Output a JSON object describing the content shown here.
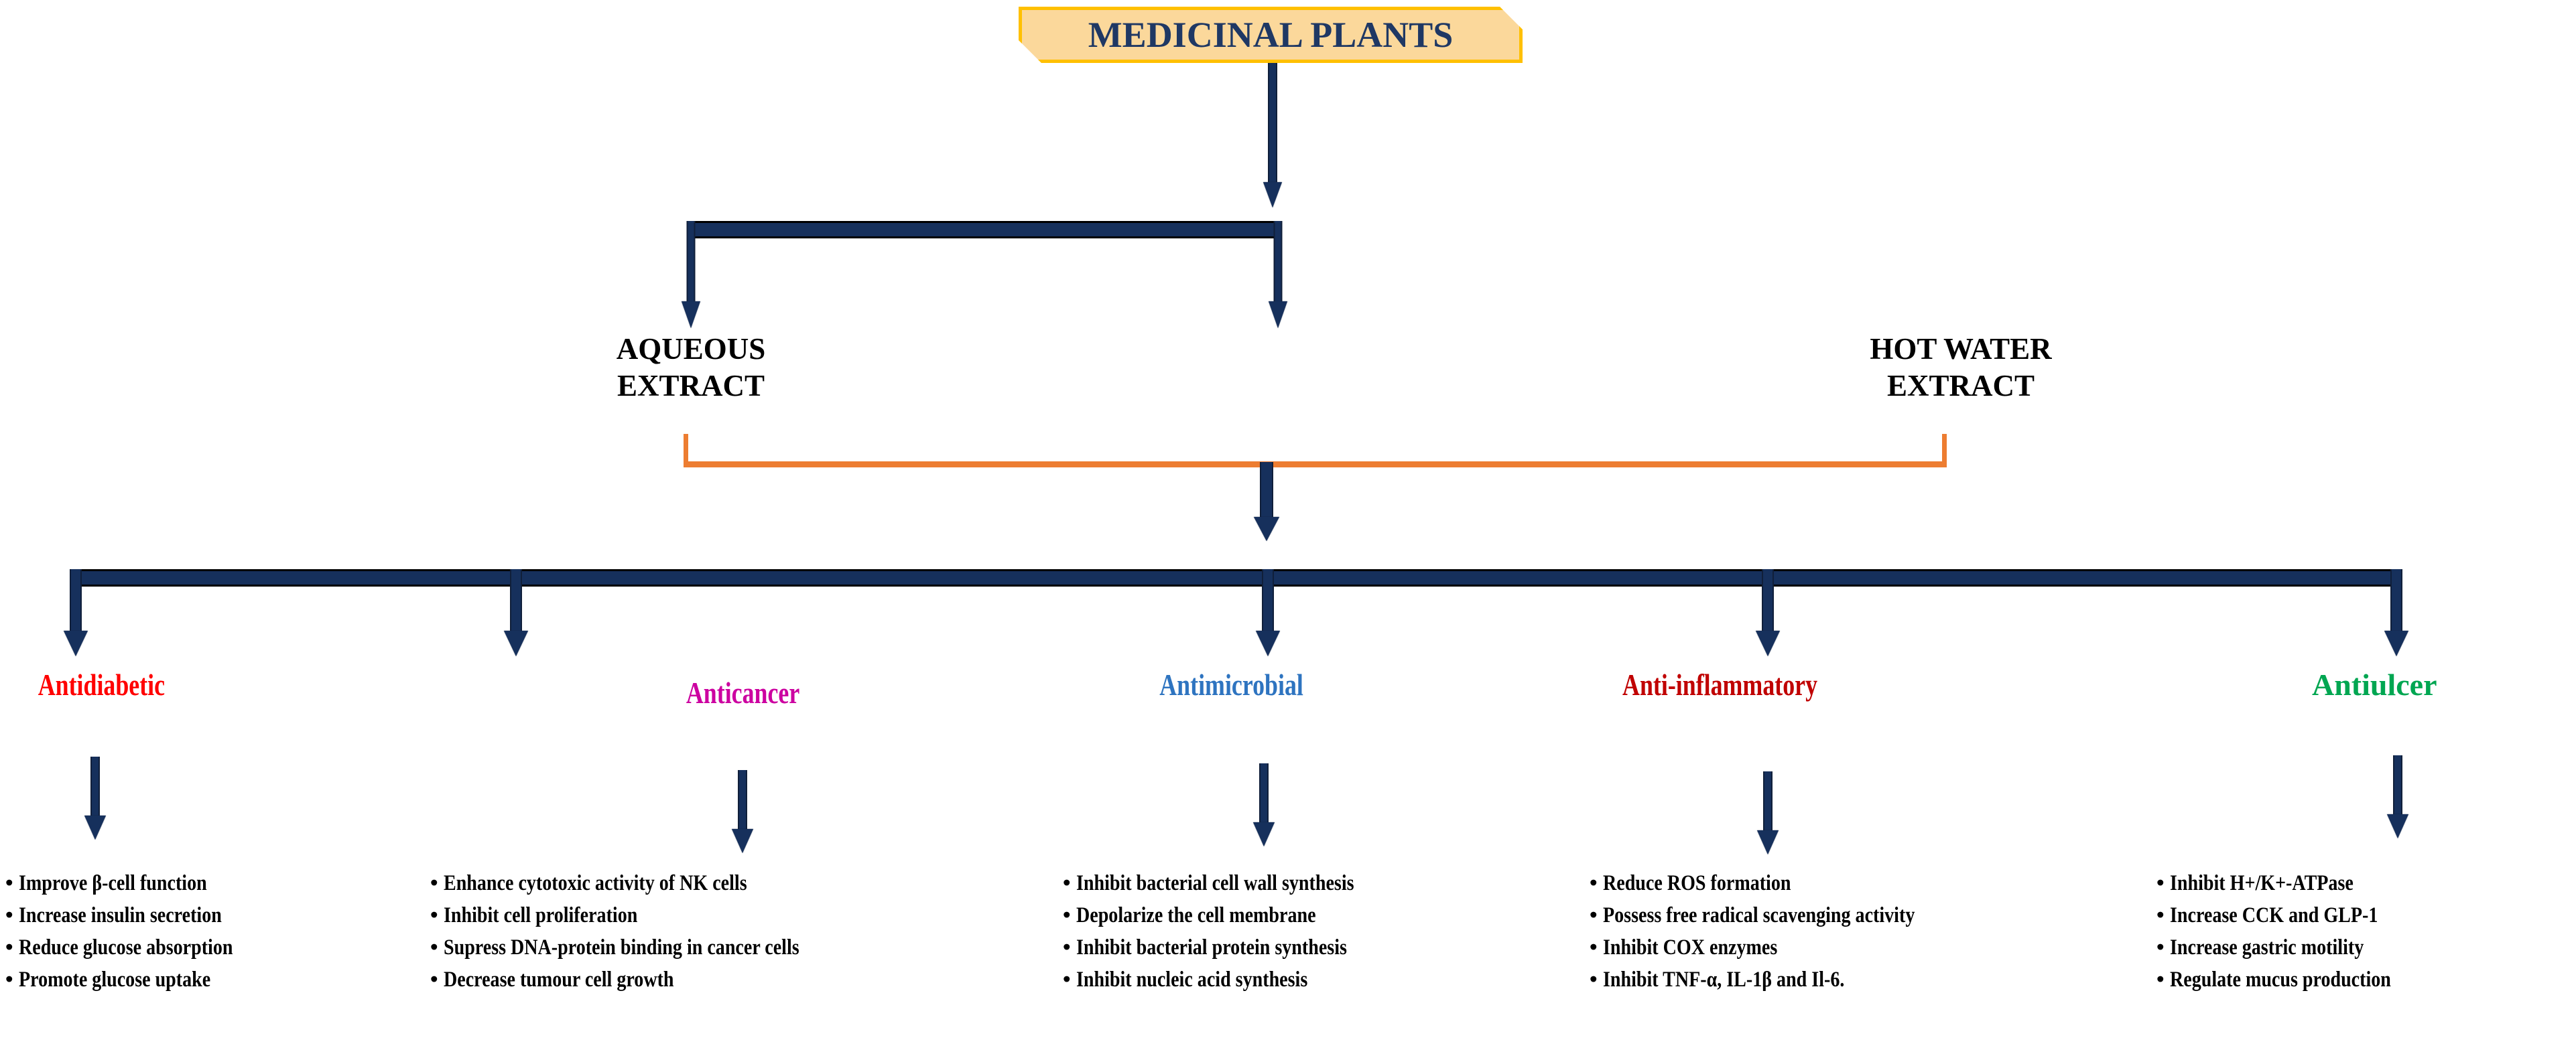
{
  "diagram": {
    "title": "MEDICINAL PLANTS",
    "colors": {
      "title_box_fill": "#FBD89B",
      "title_box_border": "#FFC000",
      "title_text": "#1F3864",
      "connector_navy": "#16305C",
      "connector_orange": "#ED7D31",
      "body_text": "#000000"
    },
    "extracts": [
      {
        "name": "aqueous-extract",
        "label": "AQUEOUS\nEXTRACT"
      },
      {
        "name": "hot-water-extract",
        "label": "HOT WATER\nEXTRACT"
      }
    ],
    "categories": [
      {
        "name": "antidiabetic",
        "label": "Antidiabetic",
        "color": "#FF0000",
        "bullets": [
          "Improve β-cell function",
          "Increase insulin secretion",
          "Reduce glucose absorption",
          "Promote glucose uptake"
        ]
      },
      {
        "name": "anticancer",
        "label": "Anticancer",
        "color": "#CC00A0",
        "bullets": [
          "Enhance cytotoxic activity of NK cells",
          "Inhibit  cell proliferation",
          "Supress DNA-protein binding in  cancer cells",
          "Decrease tumour cell growth"
        ]
      },
      {
        "name": "antimicrobial",
        "label": "Antimicrobial",
        "color": "#2E74C0",
        "bullets": [
          "Inhibit  bacterial cell wall synthesis",
          "Depolarize the cell membrane",
          "Inhibit  bacterial protein synthesis",
          "Inhibit  nucleic acid synthesis"
        ]
      },
      {
        "name": "anti-inflammatory",
        "label": "Anti-inflammatory",
        "color": "#C00000",
        "bullets": [
          "Reduce ROS formation",
          "Possess free radical scavenging activity",
          "Inhibit  COX enzymes",
          "Inhibit  TNF-α, IL-1β and Il-6."
        ]
      },
      {
        "name": "antiulcer",
        "label": "Antiulcer",
        "color": "#00A651",
        "bullets": [
          "Inhibit  H+/K+-ATPase",
          "Increase CCK and GLP-1",
          "Increase gastric motility",
          "Regulate mucus production"
        ]
      }
    ]
  }
}
